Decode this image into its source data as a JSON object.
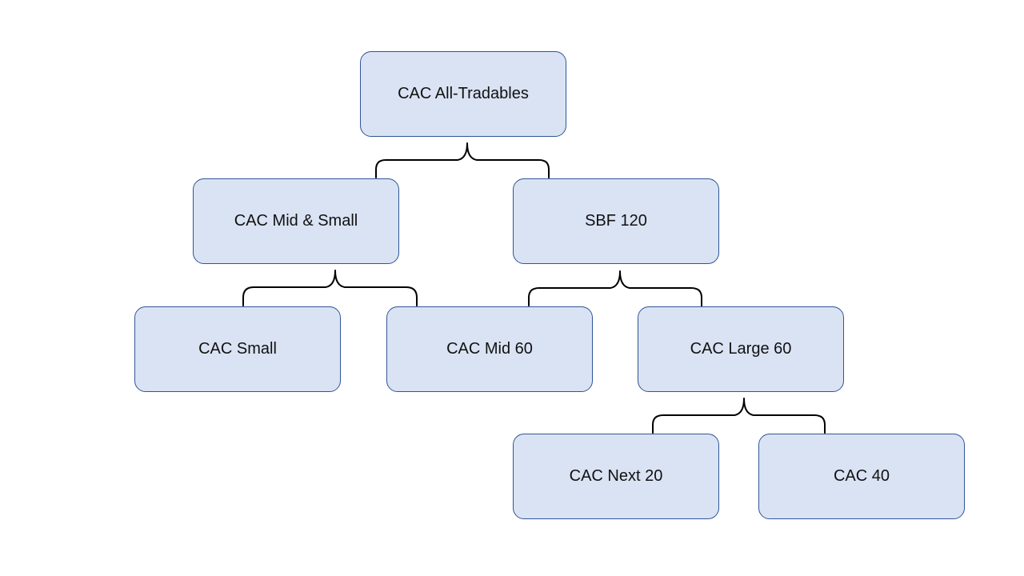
{
  "diagram": {
    "nodes": {
      "cac_all_tradables": "CAC All-Tradables",
      "cac_mid_small": "CAC Mid & Small",
      "sbf_120": "SBF 120",
      "cac_small": "CAC Small",
      "cac_mid_60": "CAC Mid 60",
      "cac_large_60": "CAC Large 60",
      "cac_next_20": "CAC Next 20",
      "cac_40": "CAC 40"
    },
    "hierarchy": [
      {
        "parent": "CAC All-Tradables",
        "children": [
          "CAC Mid & Small",
          "SBF 120"
        ]
      },
      {
        "parent": "CAC Mid & Small",
        "children": [
          "CAC Small",
          "CAC Mid 60"
        ]
      },
      {
        "parent": "SBF 120",
        "children": [
          "CAC Mid 60",
          "CAC Large 60"
        ]
      },
      {
        "parent": "CAC Large 60",
        "children": [
          "CAC Next 20",
          "CAC 40"
        ]
      }
    ],
    "colors": {
      "node_fill": "#dae3f3",
      "node_border": "#2f5597",
      "connector": "#000000"
    }
  }
}
